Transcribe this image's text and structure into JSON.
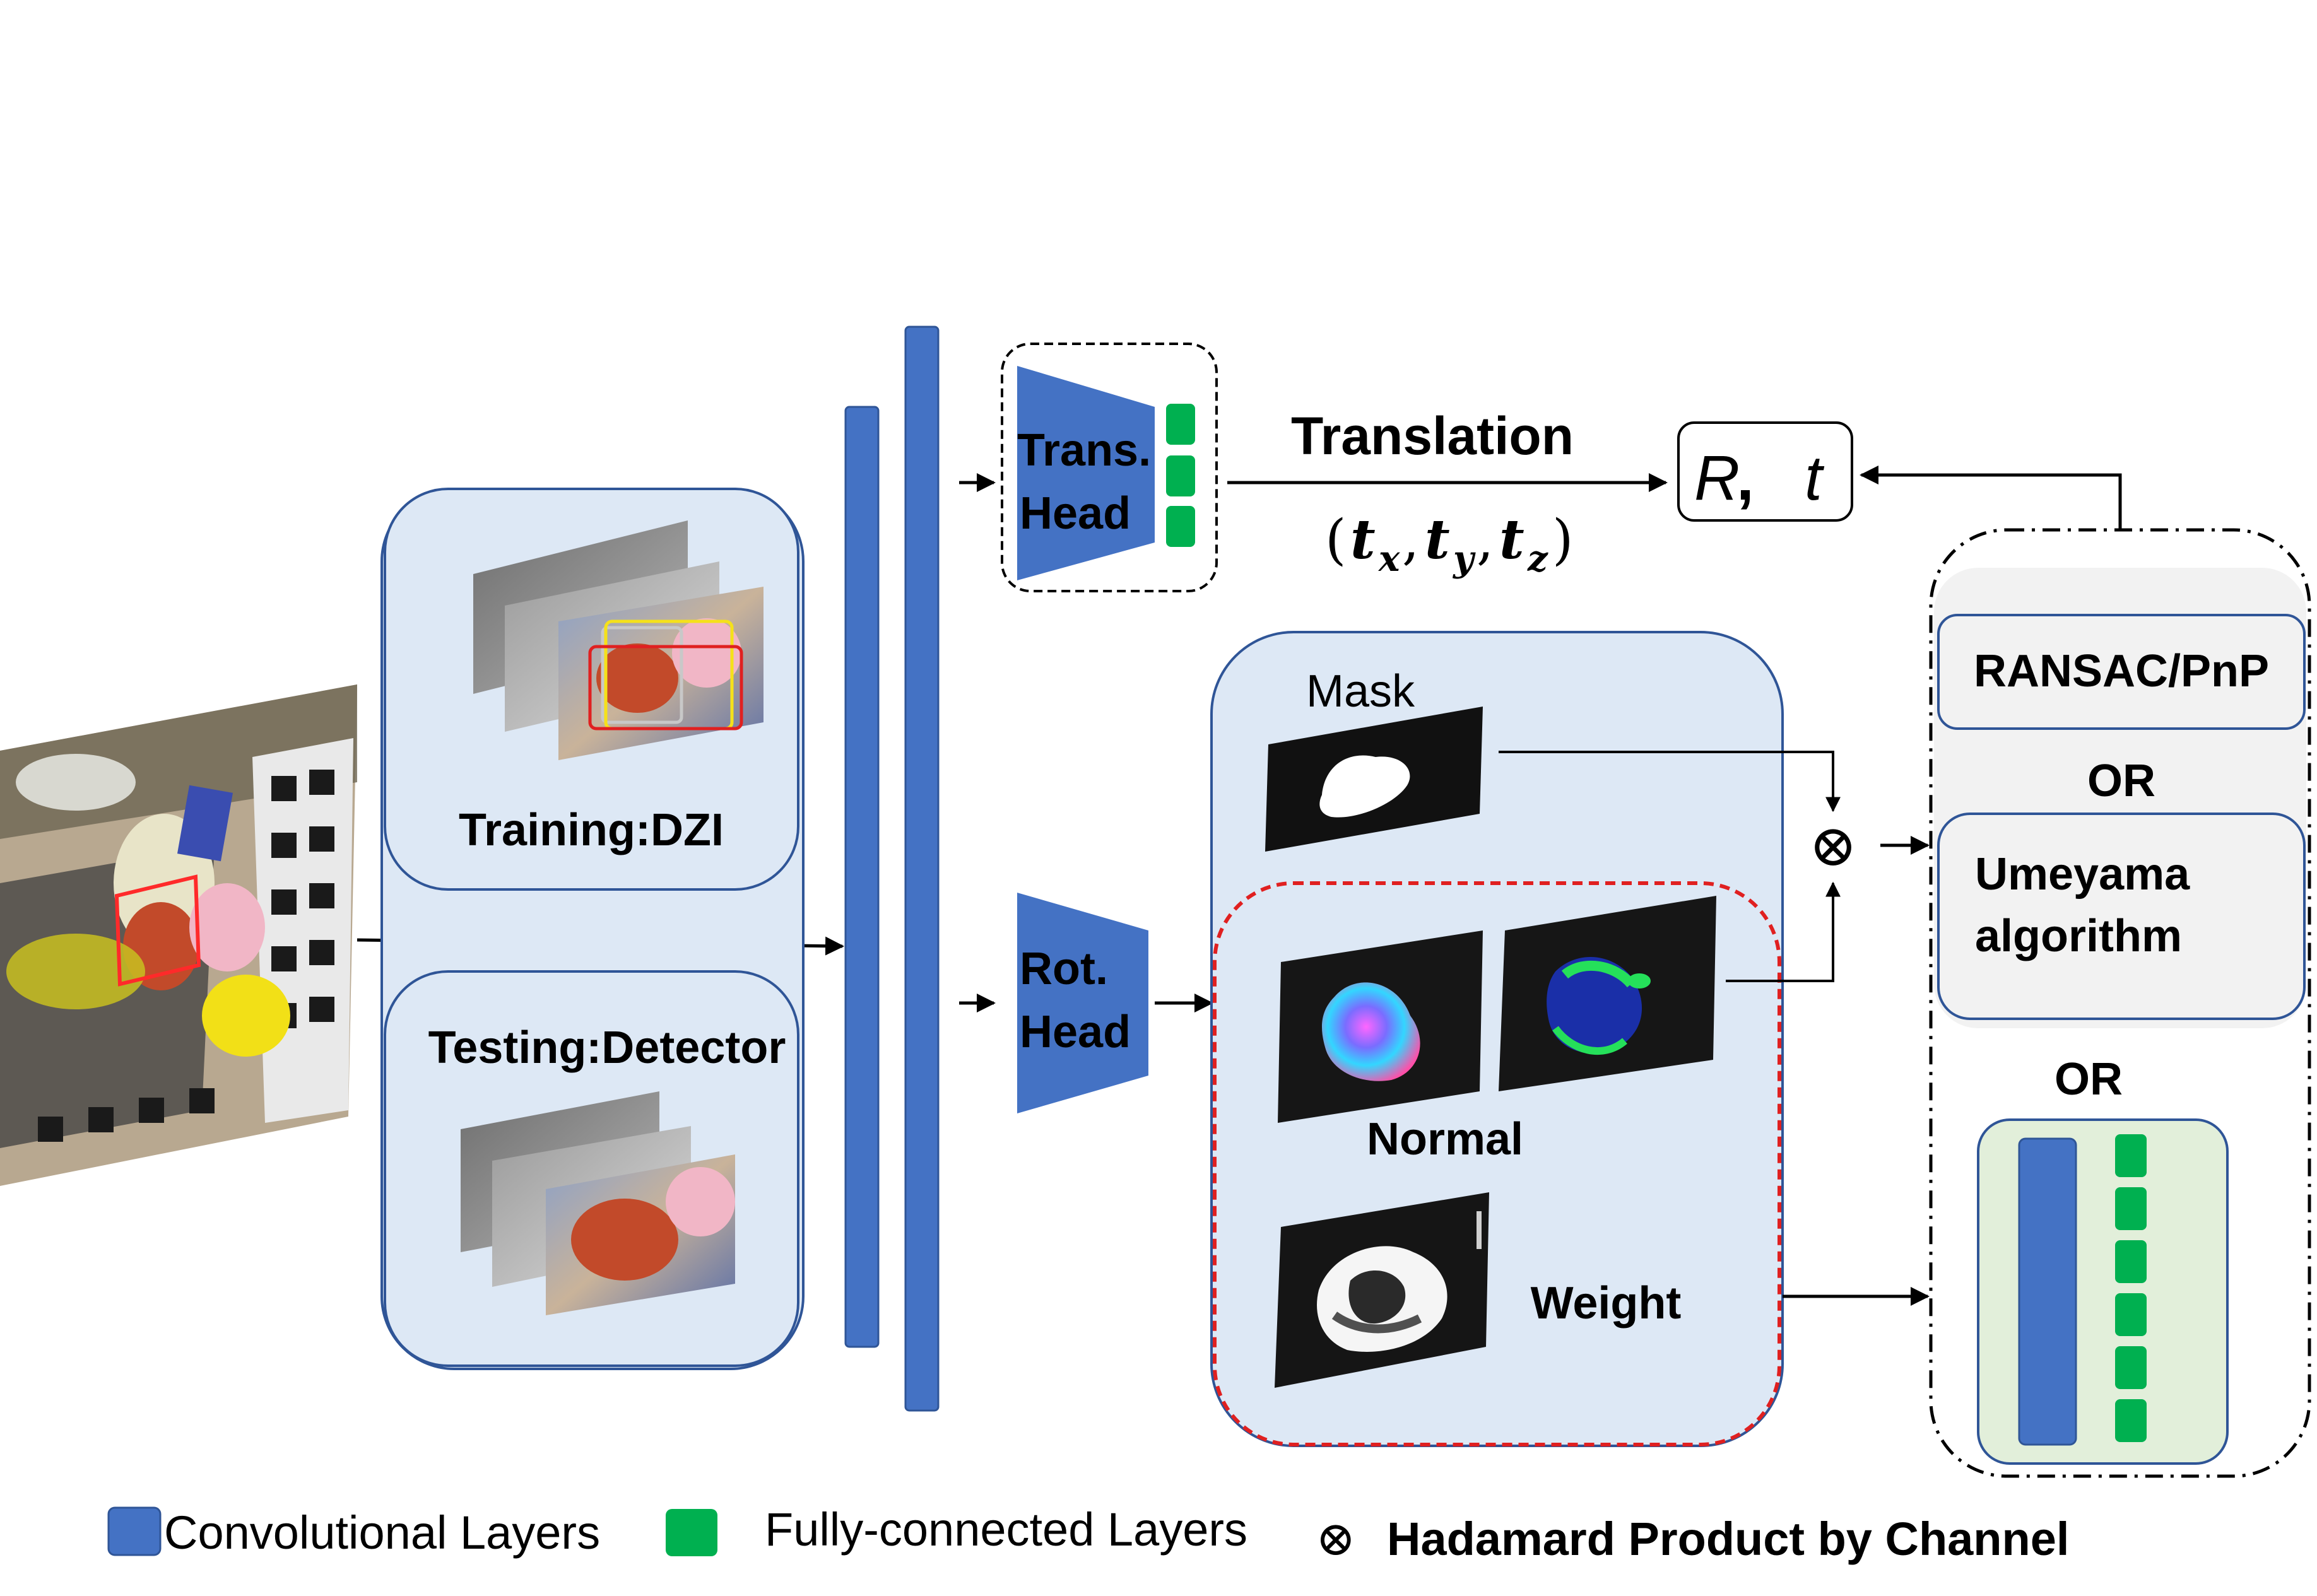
{
  "labels": {
    "trans_head_line1": "Trans.",
    "trans_head_line2": "Head",
    "translation": "Translation",
    "t_tx": "t",
    "t_x": "x",
    "t_ty": "t",
    "t_y": "y",
    "t_tz": "t",
    "t_z": "z",
    "rt_R": "R",
    "rt_t": "t",
    "training": "Training:DZI",
    "testing": "Testing:Detector",
    "rot_head_line1": "Rot.",
    "rot_head_line2": "Head",
    "mask": "Mask",
    "normal": "Normal",
    "weight": "Weight",
    "hadamard_symbol": "⊗",
    "ransac": "RANSAC/PnP",
    "or1": "OR",
    "umeyama_line1": "Umeyama",
    "umeyama_line2": "algorithm",
    "or2": "OR"
  },
  "legend": {
    "conv": "Convolutional Layers",
    "fc": "Fully-connected Layers",
    "hadamard_symbol": "⊗",
    "hadamard": "Hadamard Product by Channel"
  },
  "colors": {
    "conv_blue": "#4472c4",
    "fc_green": "#00b050",
    "panel_blue": "#dde8f5",
    "panel_green": "#e2efda",
    "panel_gray": "#f2f2f2",
    "dashed_red": "#e02020"
  }
}
